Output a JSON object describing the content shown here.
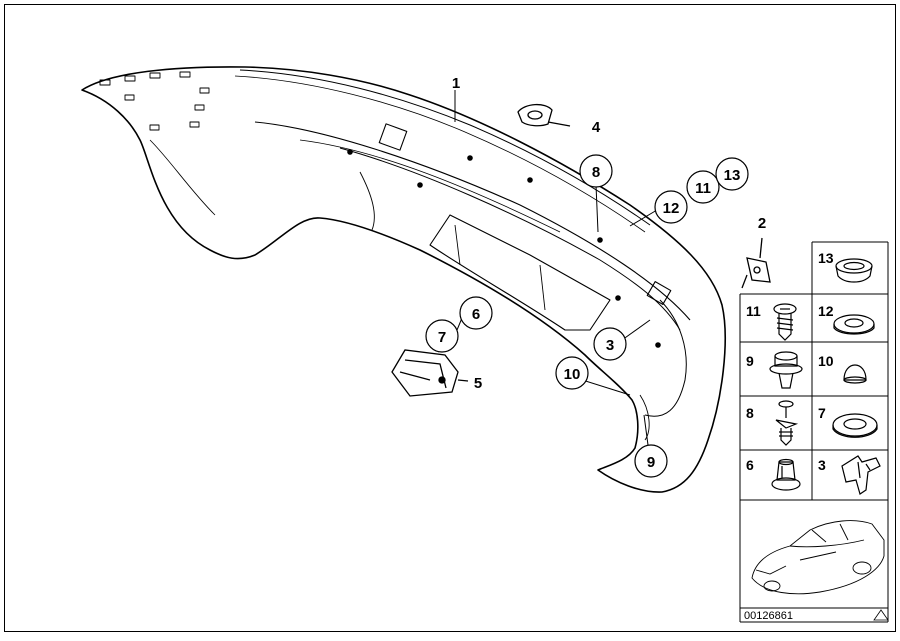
{
  "diagram": {
    "callouts": [
      {
        "id": "c1",
        "label": "1",
        "circled": false
      },
      {
        "id": "c2",
        "label": "2",
        "circled": false
      },
      {
        "id": "c3",
        "label": "3",
        "circled": true
      },
      {
        "id": "c4",
        "label": "4",
        "circled": false
      },
      {
        "id": "c5",
        "label": "5",
        "circled": false
      },
      {
        "id": "c6",
        "label": "6",
        "circled": true
      },
      {
        "id": "c7",
        "label": "7",
        "circled": true
      },
      {
        "id": "c8",
        "label": "8",
        "circled": true
      },
      {
        "id": "c9",
        "label": "9",
        "circled": true
      },
      {
        "id": "c10",
        "label": "10",
        "circled": true
      },
      {
        "id": "c11",
        "label": "11",
        "circled": true
      },
      {
        "id": "c12",
        "label": "12",
        "circled": true
      },
      {
        "id": "c13",
        "label": "13",
        "circled": true
      }
    ],
    "parts_grid": [
      {
        "label": "13",
        "icon": "rubber-grommet-icon"
      },
      {
        "label": "11",
        "icon": "screw-icon"
      },
      {
        "label": "12",
        "icon": "ring-grommet-icon"
      },
      {
        "label": "9",
        "icon": "expanding-rivet-icon"
      },
      {
        "label": "10",
        "icon": "dome-cap-icon"
      },
      {
        "label": "8",
        "icon": "push-clip-icon"
      },
      {
        "label": "7",
        "icon": "flat-washer-icon"
      },
      {
        "label": "6",
        "icon": "nut-icon"
      },
      {
        "label": "3",
        "icon": "bracket-clip-icon"
      }
    ],
    "vehicle_icon": "car-silhouette-icon",
    "doc_id": "00126861",
    "warning_icon": "triangle-icon"
  }
}
